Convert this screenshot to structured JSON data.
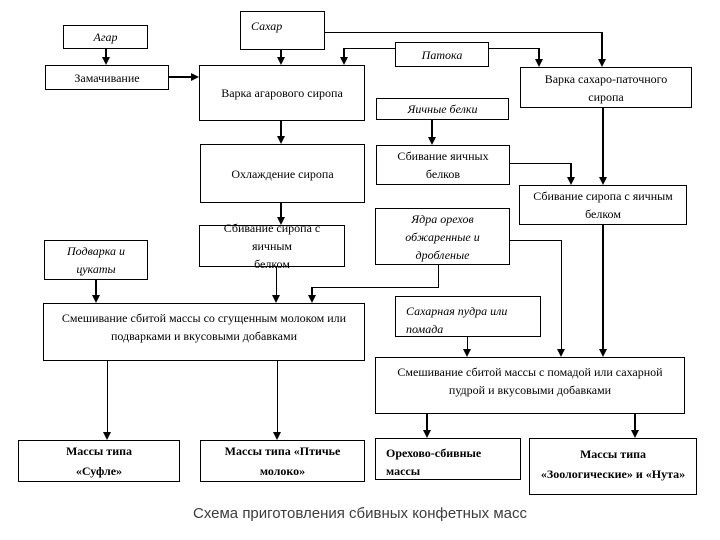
{
  "caption": "Схема приготовления сбивных конфетных масс",
  "nodes": {
    "agar": "Агар",
    "sugar": "Сахар",
    "molasses": "Патока",
    "soaking": "Замачивание",
    "agar_syrup": "Варка агарового сиропа",
    "sugar_molasses_syrup": "Варка сахаро-паточного\nсиропа",
    "egg_whites": "Яичные белки",
    "cooling": "Охлаждение сиропа",
    "whip_whites": "Сбивание яичных\nбелков",
    "whip_syrup_right": "Сбивание сиропа с яичным\nбелком",
    "nut_kernels": "Ядра орехов\nобжаренные и\nдробленые",
    "whip_syrup_left": "Сбивание сиропа с яичным\nбелком",
    "podvarka": "Подварка и\nцукаты",
    "sugar_powder": "Сахарная пудра или\nпомада",
    "mix_condensed": "Смешивание сбитой массы со сгущенным молоком или\nподварками и вкусовыми добавками",
    "mix_fondant": "Смешивание сбитой массы с помадой или сахарной\nпудрой и вкусовыми добавками",
    "souffle": "Массы типа\n«Суфле»",
    "bird_milk": "Массы типа «Птичье\nмолоко»",
    "nut_whipped": "Орехово-сбивные\nмассы",
    "zoological": "Массы типа\n«Зоологические» и «Нута»"
  },
  "edges": [
    "agar -> soaking",
    "soaking -> agar_syrup",
    "sugar -> agar_syrup",
    "sugar -> sugar_molasses_syrup",
    "molasses -> agar_syrup",
    "molasses -> sugar_molasses_syrup",
    "agar_syrup -> cooling",
    "egg_whites -> whip_whites",
    "cooling -> whip_syrup_left",
    "whip_whites -> whip_syrup_right",
    "sugar_molasses_syrup -> whip_syrup_right",
    "whip_syrup_left -> mix_condensed",
    "podvarka -> mix_condensed",
    "nut_kernels -> mix_condensed",
    "nut_kernels -> mix_fondant",
    "whip_syrup_right -> mix_fondant",
    "sugar_powder -> mix_fondant",
    "mix_condensed -> souffle",
    "mix_condensed -> bird_milk",
    "mix_fondant -> nut_whipped",
    "mix_fondant -> zoological"
  ]
}
